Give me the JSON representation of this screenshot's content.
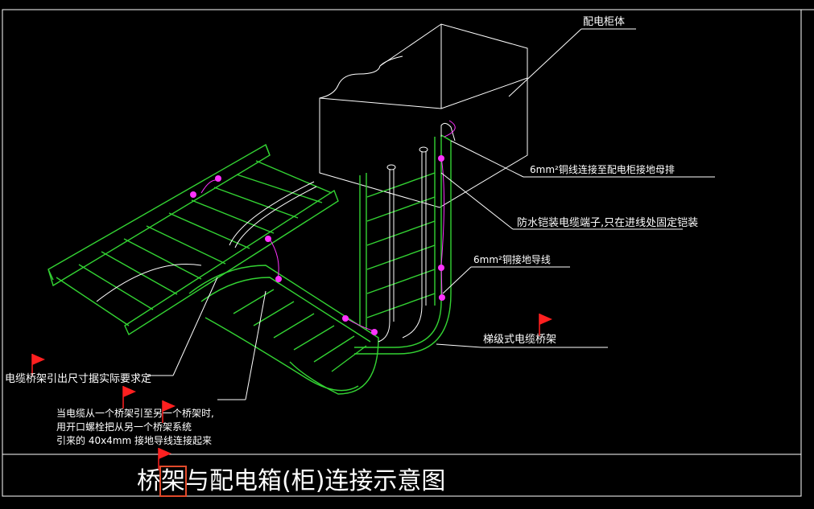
{
  "labels": {
    "cabinet": "配电柜体",
    "ground_copper_to_cabinet": "6mm²铜线连接至配电柜接地母排",
    "waterproof_terminal": "防水铠装电缆端子,只在进线处固定铠装",
    "ground_wire": "6mm²铜接地导线",
    "ladder_tray": "梯级式电缆桥架",
    "tray_extension": "电缆桥架引出尺寸据实际要求定",
    "note_line1": "当电缆从一个桥架引至另一个桥架时,",
    "note_line2": "用开口螺栓把从另一个桥架系统",
    "note_line3": "引来的  40x4mm  接地导线连接起来"
  },
  "title": {
    "pre": "桥",
    "highlight": "架",
    "post": "与配电箱(柜)连接示意图"
  },
  "colors": {
    "background": "#000000",
    "tray_line": "#33d333",
    "outline": "#ffffff",
    "connector": "#ff33ff",
    "marker_flag": "#ff2020",
    "highlight_box": "#e24a2b"
  }
}
